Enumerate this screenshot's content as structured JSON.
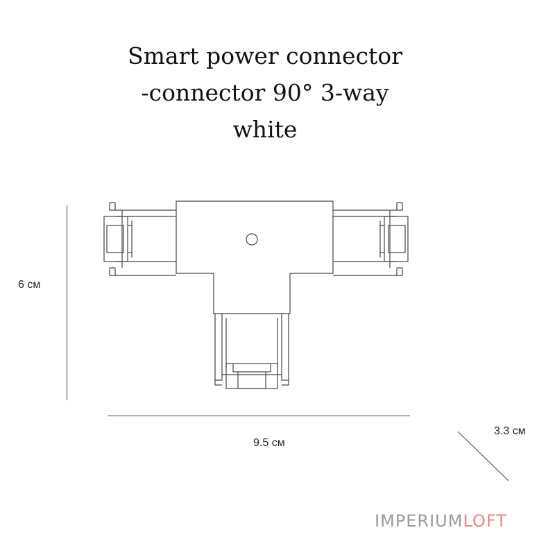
{
  "title": {
    "line1": "Smart power connector",
    "line2": "-connector 90° 3-way",
    "line3": "white"
  },
  "dimensions": {
    "height": "6 см",
    "width": "9.5 см",
    "depth": "3.3 см"
  },
  "brand": {
    "part1": "IMPERIUM",
    "part2": "LOFT",
    "color_part1": "#9a9a9a",
    "color_part2": "#e88a7d"
  }
}
